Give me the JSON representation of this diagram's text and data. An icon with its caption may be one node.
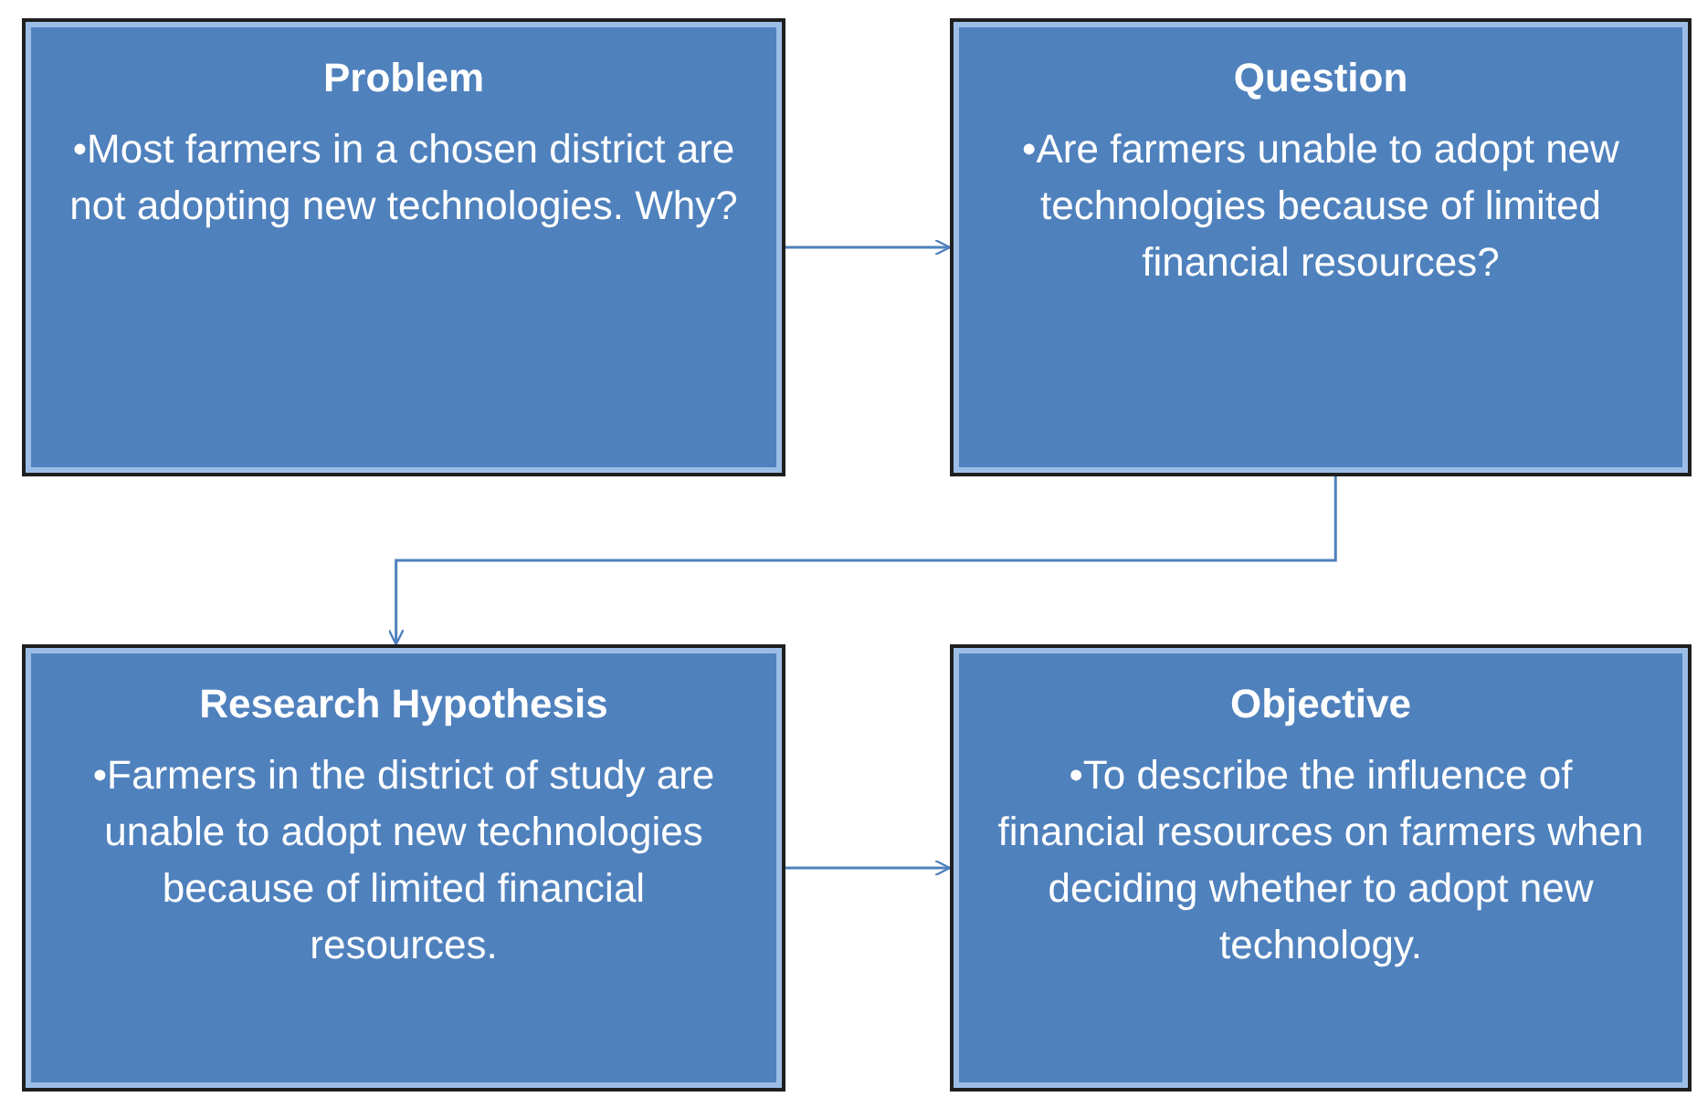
{
  "diagram": {
    "nodes": [
      {
        "text": [
          "Problem",
          "•Most farmers in a chosen district are not adopting new technologies. Why?"
        ]
      },
      {
        "text": [
          "Question",
          "•Are farmers unable to adopt new technologies because of limited financial resources?"
        ]
      },
      {
        "text": [
          "Research Hypothesis",
          "•Farmers in the district of study are unable to adopt new technologies because of limited financial resources."
        ]
      },
      {
        "text": [
          "Objective",
          "•To describe the influence of financial resources on farmers when deciding whether to adopt new technology."
        ]
      }
    ],
    "edges": [
      {
        "from": 0,
        "to": 1,
        "arrow": "to"
      },
      {
        "from": 1,
        "to": 2,
        "arrow": "to"
      },
      {
        "from": 2,
        "to": 3,
        "arrow": "to"
      }
    ]
  }
}
